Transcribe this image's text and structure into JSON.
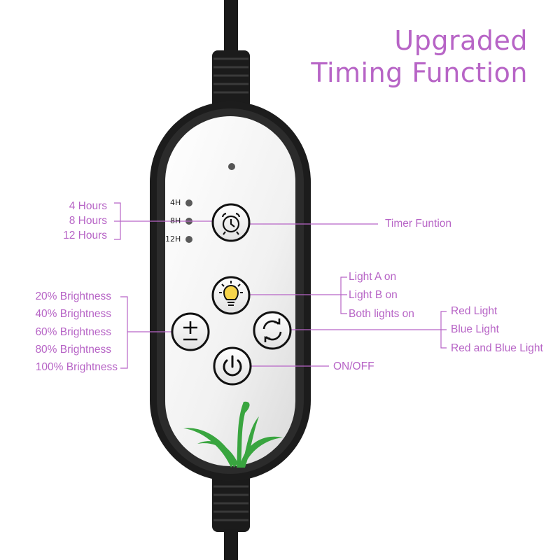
{
  "headline": {
    "line1": "Upgraded",
    "line2": "Timing Function"
  },
  "timer_hours": [
    "4 Hours",
    "8 Hours",
    "12 Hours"
  ],
  "timer_indicators": [
    "4H",
    "8H",
    "12H"
  ],
  "timer_label": "Timer Funtion",
  "light_modes": [
    "Light A on",
    "Light B on",
    "Both lights on"
  ],
  "color_modes": [
    "Red Light",
    "Blue Light",
    "Red and Blue Light"
  ],
  "brightness_levels": [
    "20% Brightness",
    "40% Brightness",
    "60% Brightness",
    "80% Brightness",
    "100% Brightness"
  ],
  "power_label": "ON/OFF",
  "buttons": {
    "timer": "alarm-clock-icon",
    "light": "light-bulb-icon",
    "brightness": "plus-minus-icon",
    "color_cycle": "cycle-arrows-icon",
    "power": "power-icon"
  },
  "colors": {
    "accent": "#b764c6",
    "controller_body": "#1c1c1c",
    "face": "#f2f2f2",
    "leaf": "#3aa542"
  }
}
